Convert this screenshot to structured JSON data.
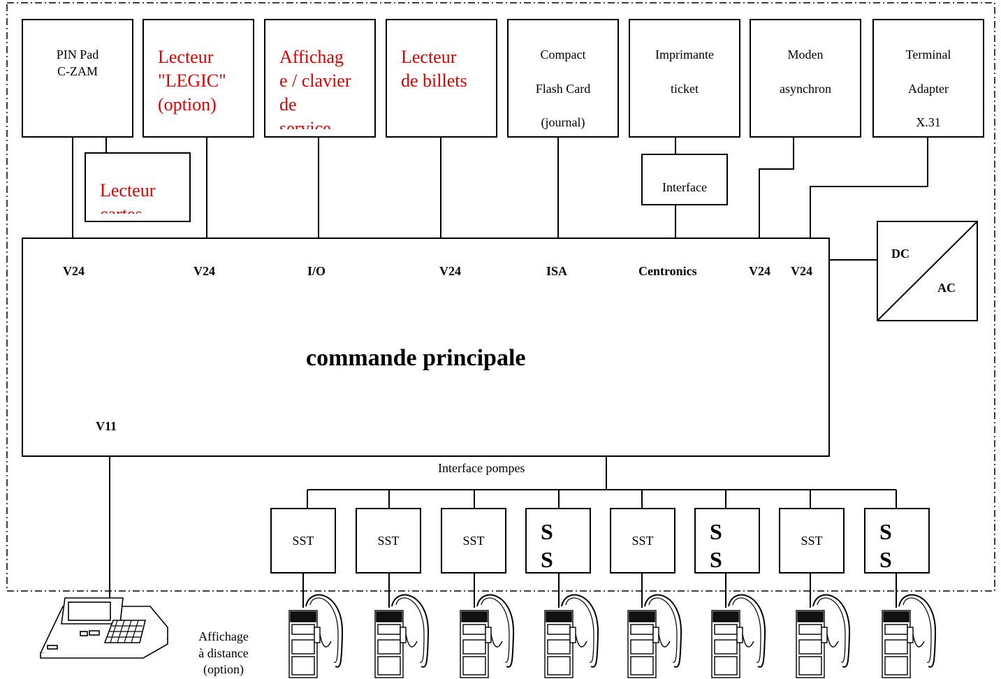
{
  "devices": [
    {
      "id": "pinpad",
      "lines": [
        "PIN Pad",
        "C-ZAM"
      ]
    },
    {
      "id": "legic",
      "lines": [
        "Lecteur",
        "\"LEGIC\"",
        "(option)"
      ]
    },
    {
      "id": "affichage",
      "lines": [
        "Affichag",
        "e / clavier",
        "de",
        "service"
      ]
    },
    {
      "id": "billets",
      "lines": [
        "Lecteur",
        "de billets"
      ]
    },
    {
      "id": "cf",
      "lines": [
        "Compact",
        "Flash Card",
        "(journal)"
      ]
    },
    {
      "id": "printer",
      "lines": [
        "Imprimante",
        "ticket"
      ]
    },
    {
      "id": "modem",
      "lines": [
        "Moden",
        "asynchron"
      ]
    },
    {
      "id": "ta",
      "lines": [
        "Terminal",
        "Adapter",
        "X.31"
      ]
    }
  ],
  "card_reader": {
    "lines": [
      "Lecteur",
      "cartes"
    ]
  },
  "printer_interface": "Interface",
  "ports": [
    "V24",
    "V24",
    "I/O",
    "V24",
    "ISA",
    "Centronics",
    "V24",
    "V24"
  ],
  "main_controller": "commande principale",
  "v11": "V11",
  "power": {
    "dc": "DC",
    "ac": "AC"
  },
  "pump_interface": "Interface pompes",
  "sst_boxes": [
    "SST",
    "SST",
    "SST",
    "S\nS",
    "SST",
    "S\nS",
    "SST",
    "S\nS"
  ],
  "remote_display": {
    "lines": [
      "Affichage",
      "à distance",
      "(option)"
    ]
  }
}
